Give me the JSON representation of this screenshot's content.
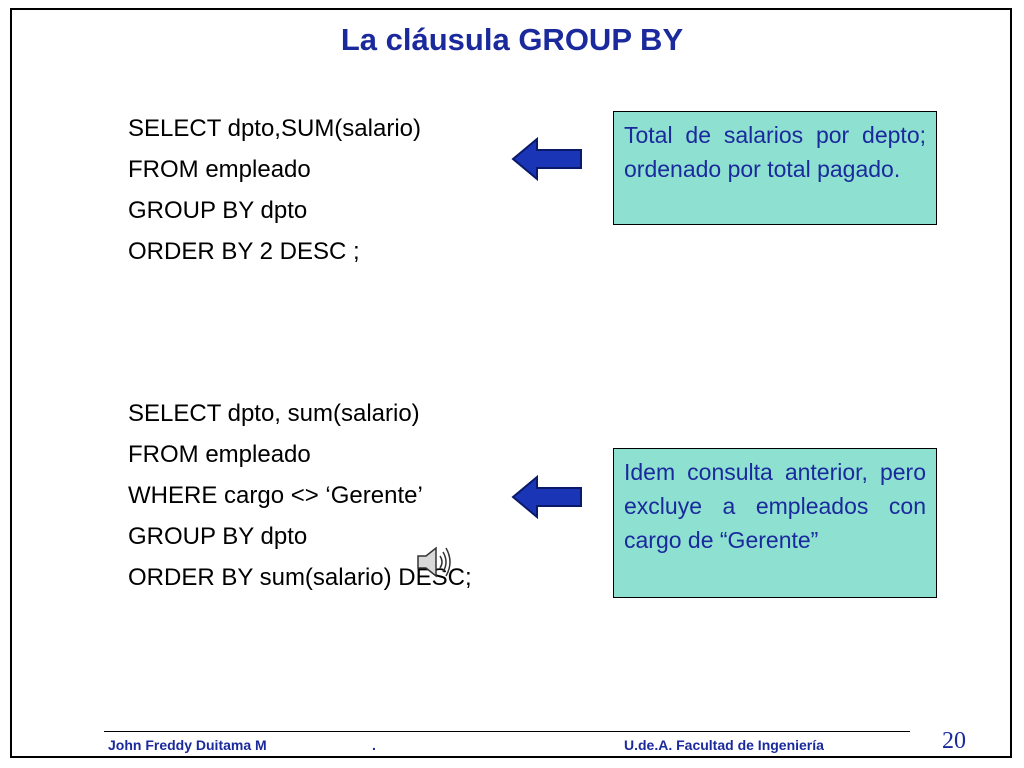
{
  "slide": {
    "title": "La cláusula GROUP BY",
    "query1": [
      "SELECT dpto,SUM(salario)",
      "FROM empleado",
      "GROUP BY dpto",
      "ORDER BY 2 DESC ;"
    ],
    "note1": "Total de salarios por depto; ordenado por total pagado.",
    "query2": [
      "SELECT dpto, sum(salario)",
      "FROM empleado",
      "WHERE cargo <> ‘Gerente’",
      "GROUP BY dpto",
      "ORDER BY sum(salario)  DESC;"
    ],
    "note2": "Idem consulta anterior, pero excluye a empleados con cargo de  “Gerente”",
    "page_number": "20"
  },
  "footer": {
    "author": "John Freddy  Duitama M",
    "separator": ".",
    "institution": "U.de.A. Facultad de Ingeniería"
  },
  "icons": {
    "arrows": "left-arrow-icon",
    "audio": "speaker-icon"
  },
  "colors": {
    "title": "#1a2a9c",
    "note_background": "#8ee0d0",
    "arrow_fill": "#1a35b5"
  }
}
